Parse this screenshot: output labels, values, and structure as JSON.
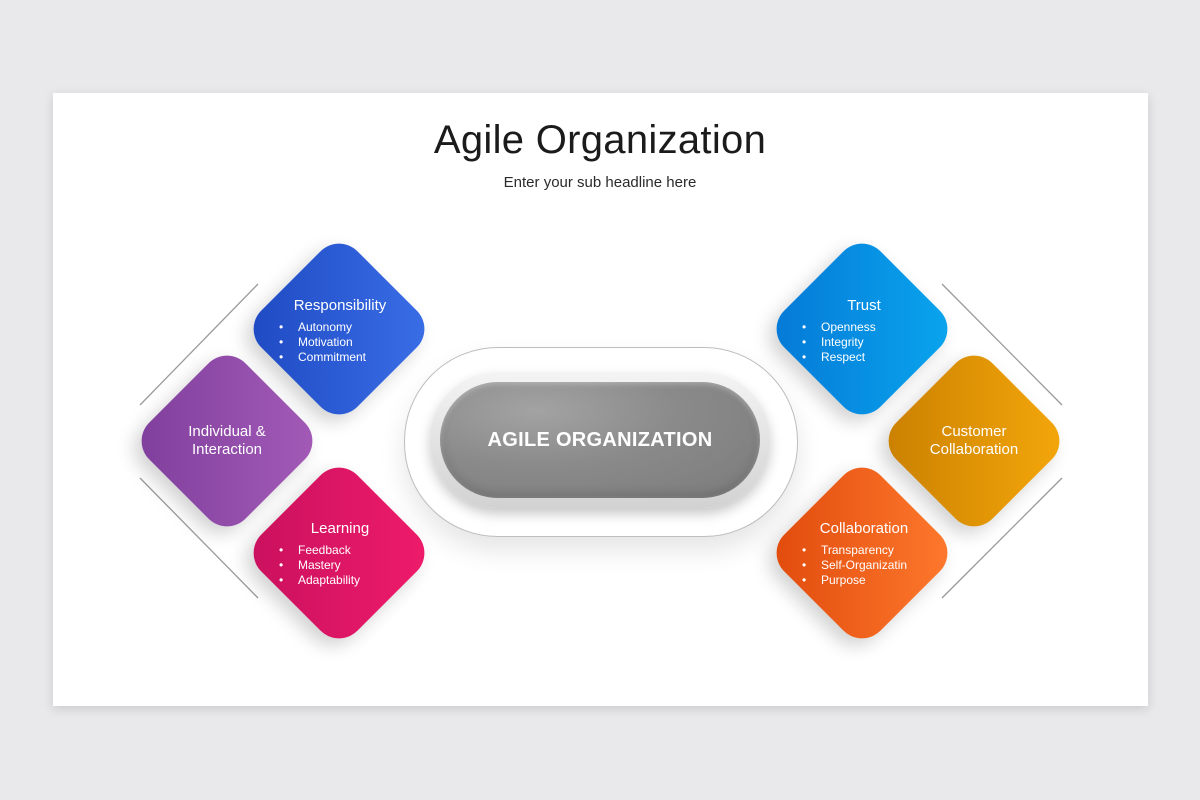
{
  "title": "Agile Organization",
  "subtitle": "Enter your sub headline here",
  "center": {
    "label": "AGILE ORGANIZATION"
  },
  "tiles": {
    "responsibility": {
      "heading": "Responsibility",
      "bullets": [
        "Autonomy",
        "Motivation",
        "Commitment"
      ],
      "color_start": "#1e49c2",
      "color_end": "#3a6fe8"
    },
    "individual": {
      "heading_line1": "Individual &",
      "heading_line2": "Interaction",
      "color_start": "#7f3e9c",
      "color_end": "#a45bb8"
    },
    "learning": {
      "heading": "Learning",
      "bullets": [
        "Feedback",
        "Mastery",
        "Adaptability"
      ],
      "color_start": "#c8105e",
      "color_end": "#f01c6b"
    },
    "trust": {
      "heading": "Trust",
      "bullets": [
        "Openness",
        "Integrity",
        "Respect"
      ],
      "color_start": "#0478d6",
      "color_end": "#0aa6ee"
    },
    "customer": {
      "heading_line1": "Customer",
      "heading_line2": "Collaboration",
      "color_start": "#c97f00",
      "color_end": "#f5a80b"
    },
    "collaboration": {
      "heading": "Collaboration",
      "bullets": [
        "Transparency",
        "Self-Organizatin",
        "Purpose"
      ],
      "color_start": "#e04a0c",
      "color_end": "#ff7a2e"
    }
  }
}
